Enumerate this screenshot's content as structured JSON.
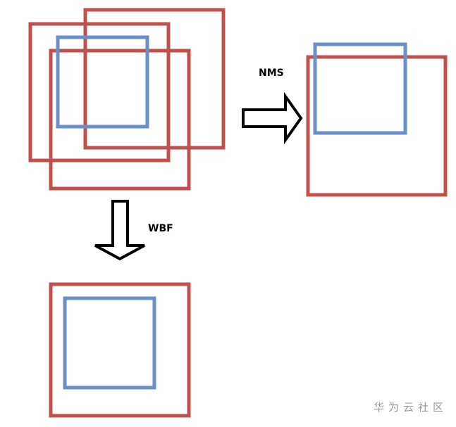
{
  "colors": {
    "red_box": "#c0504d",
    "blue_box": "#6b8fc9",
    "arrow_outline": "#000000",
    "watermark": "#9a9a9a"
  },
  "input_group": {
    "red_boxes": 3,
    "blue_boxes": 1
  },
  "nms": {
    "arrow_label": "NMS",
    "arrow_direction": "right",
    "result_red_boxes": 1,
    "result_blue_boxes": 1
  },
  "wbf": {
    "arrow_label": "WBF",
    "arrow_direction": "down",
    "result_red_boxes": 1,
    "result_blue_boxes": 1
  },
  "watermark": "华为云社区"
}
